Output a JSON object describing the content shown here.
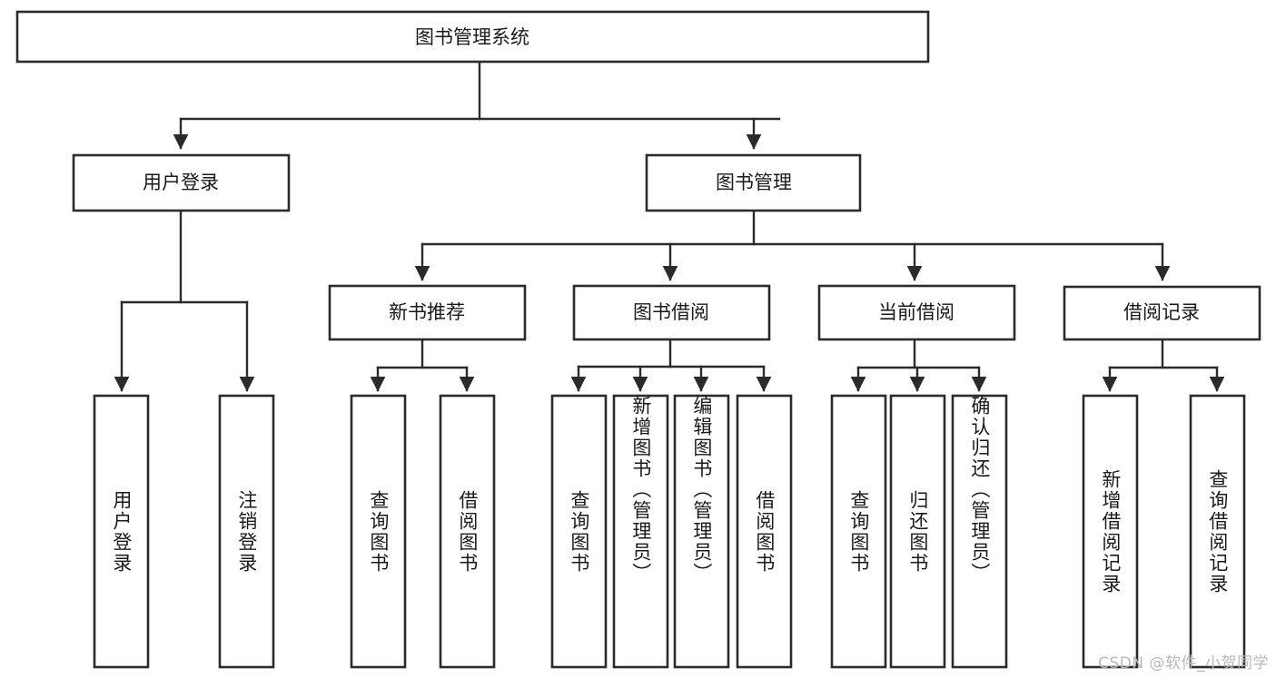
{
  "diagram": {
    "title": "图书管理系统",
    "type": "hierarchy-tree",
    "watermark": "CSDN @软件_小贺同学",
    "colors": {
      "background": "#ffffff",
      "box_fill": "#ffffff",
      "box_stroke": "#2b2b2b",
      "connector": "#2b2b2b",
      "text": "#1a1a1a",
      "watermark": "#b9b9b9"
    },
    "levels": {
      "root": {
        "label": "图书管理系统"
      },
      "level1": [
        {
          "id": "user-login",
          "label": "用户登录"
        },
        {
          "id": "book-manage",
          "label": "图书管理"
        }
      ],
      "level2": [
        {
          "id": "new-book-recommend",
          "label": "新书推荐",
          "parent": "book-manage"
        },
        {
          "id": "book-borrow",
          "label": "图书借阅",
          "parent": "book-manage"
        },
        {
          "id": "current-borrow",
          "label": "当前借阅",
          "parent": "book-manage"
        },
        {
          "id": "borrow-record",
          "label": "借阅记录",
          "parent": "book-manage"
        }
      ],
      "leaves": [
        {
          "id": "leaf-user-login",
          "label": "用户登录",
          "parent": "user-login"
        },
        {
          "id": "leaf-user-logout",
          "label": "注销登录",
          "parent": "user-login"
        },
        {
          "id": "leaf-query-book-1",
          "label": "查询图书",
          "parent": "new-book-recommend"
        },
        {
          "id": "leaf-borrow-book-1",
          "label": "借阅图书",
          "parent": "new-book-recommend"
        },
        {
          "id": "leaf-query-book-2",
          "label": "查询图书",
          "parent": "book-borrow"
        },
        {
          "id": "leaf-add-book",
          "label": "新增图书（管理员）",
          "parent": "book-borrow"
        },
        {
          "id": "leaf-edit-book",
          "label": "编辑图书（管理员）",
          "parent": "book-borrow"
        },
        {
          "id": "leaf-borrow-book-2",
          "label": "借阅图书",
          "parent": "book-borrow"
        },
        {
          "id": "leaf-query-book-3",
          "label": "查询图书",
          "parent": "current-borrow"
        },
        {
          "id": "leaf-return-book",
          "label": "归还图书",
          "parent": "current-borrow"
        },
        {
          "id": "leaf-confirm-return",
          "label": "确认归还（管理员）",
          "parent": "current-borrow"
        },
        {
          "id": "leaf-add-record",
          "label": "新增借阅记录",
          "parent": "borrow-record"
        },
        {
          "id": "leaf-query-record",
          "label": "查询借阅记录",
          "parent": "borrow-record"
        }
      ]
    }
  }
}
